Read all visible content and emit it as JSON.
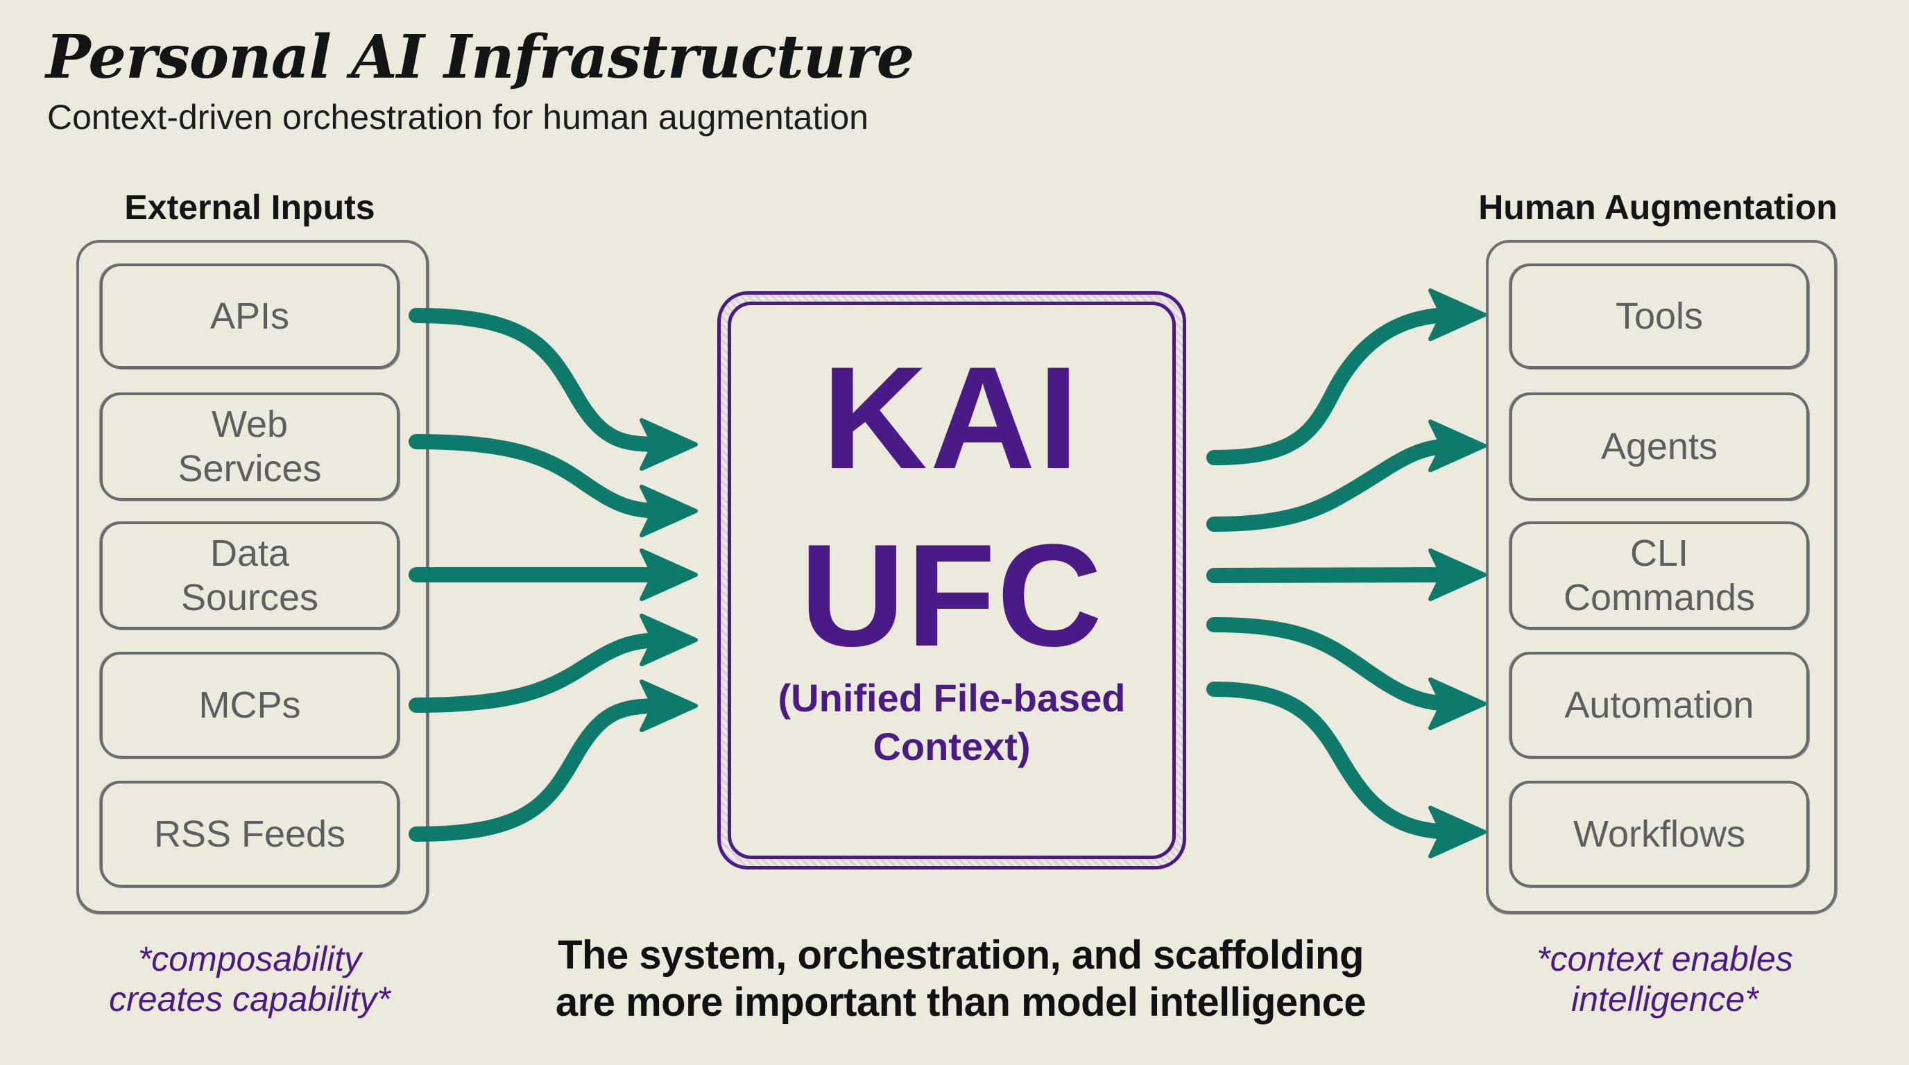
{
  "header": {
    "title": "Personal AI Infrastructure",
    "subtitle": "Context-driven orchestration for human augmentation"
  },
  "inputs": {
    "title": "External Inputs",
    "items": [
      {
        "label": "APIs"
      },
      {
        "label": "Web\nServices"
      },
      {
        "label": "Data\nSources"
      },
      {
        "label": "MCPs"
      },
      {
        "label": "RSS Feeds"
      }
    ],
    "footnote": "*composability\ncreates capability*"
  },
  "core": {
    "line1": "KAI",
    "line2": "UFC",
    "subtitle": "(Unified File-based\nContext)"
  },
  "outputs": {
    "title": "Human Augmentation",
    "items": [
      {
        "label": "Tools"
      },
      {
        "label": "Agents"
      },
      {
        "label": "CLI\nCommands"
      },
      {
        "label": "Automation"
      },
      {
        "label": "Workflows"
      }
    ],
    "footnote": "*context enables\nintelligence*"
  },
  "tagline": "The system, orchestration, and scaffolding\nare more important than model intelligence",
  "colors": {
    "background": "#ece9dd",
    "accent_purple": "#4a1a86",
    "arrow_teal": "#0e7a6c",
    "box_gray": "#6a6a6a"
  },
  "connections": {
    "inputs_to_core": [
      "APIs",
      "Web Services",
      "Data Sources",
      "MCPs",
      "RSS Feeds"
    ],
    "core_to_outputs": [
      "Tools",
      "Agents",
      "CLI Commands",
      "Automation",
      "Workflows"
    ]
  }
}
